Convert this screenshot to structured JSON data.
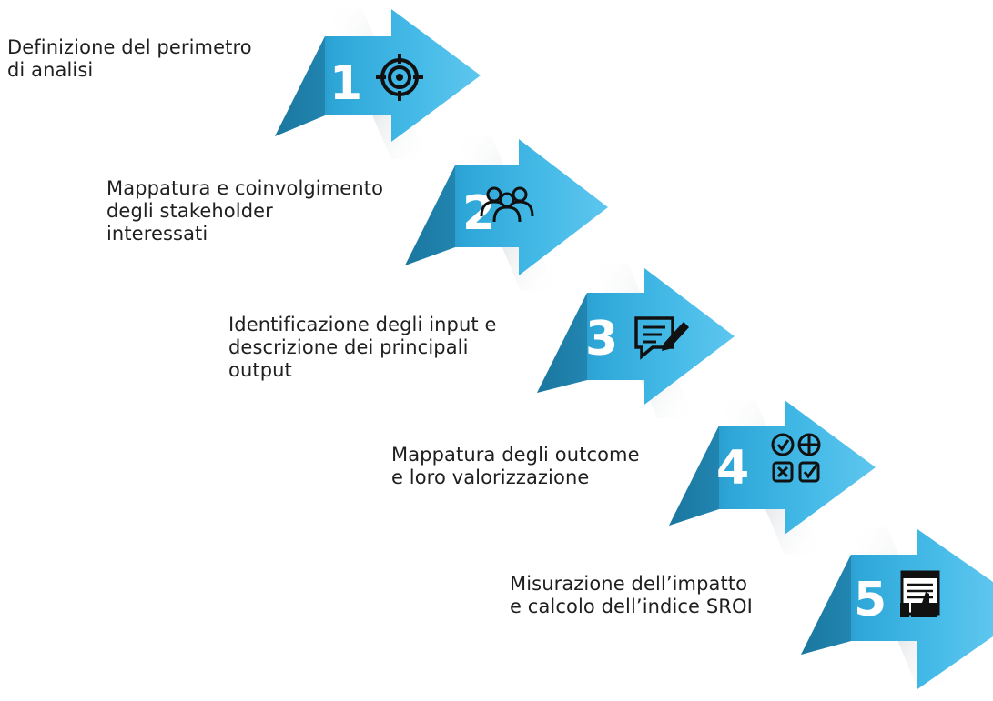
{
  "steps": [
    {
      "number": "1",
      "icon": "target-icon",
      "label_lines": [
        "Definizione del perimetro",
        "di analisi"
      ]
    },
    {
      "number": "2",
      "icon": "people-group-icon",
      "label_lines": [
        "Mappatura e coinvolgimento",
        "degli stakeholder",
        "interessati"
      ]
    },
    {
      "number": "3",
      "icon": "document-edit-icon",
      "label_lines": [
        "Identificazione degli input e",
        "descrizione dei principali",
        "output"
      ]
    },
    {
      "number": "4",
      "icon": "checklist-icons",
      "label_lines": [
        "Mappatura degli outcome",
        "e loro valorizzazione"
      ]
    },
    {
      "number": "5",
      "icon": "report-thumbs-up-icon",
      "label_lines": [
        "Misurazione dell’impatto",
        "e calcolo dell’indice SROI"
      ]
    }
  ],
  "colors": {
    "arrow_light": "#3fb8e6",
    "arrow_mid": "#2aa5d6",
    "arrow_dark": "#1c7fa8",
    "icon": "#1a1a1a",
    "text": "#1f1f1f"
  }
}
